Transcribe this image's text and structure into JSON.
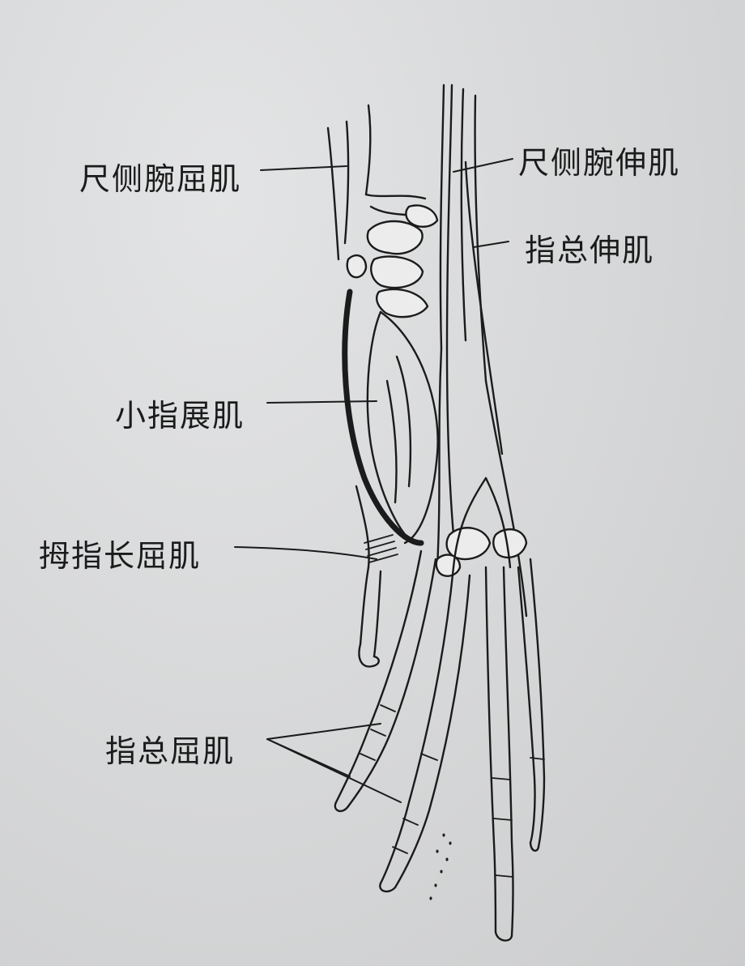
{
  "labels": {
    "flexor_carpi_ulnaris": "尺侧腕屈肌",
    "extensor_carpi_ulnaris": "尺侧腕伸肌",
    "extensor_digitorum": "指总伸肌",
    "abductor_digiti_minimi": "小指展肌",
    "flexor_pollicis_longus": "拇指长屈肌",
    "flexor_digitorum": "指总屈肌"
  },
  "colors": {
    "paper": "#d9dadb",
    "ink": "#1b1b1b",
    "bone_fill": "#ececec"
  }
}
